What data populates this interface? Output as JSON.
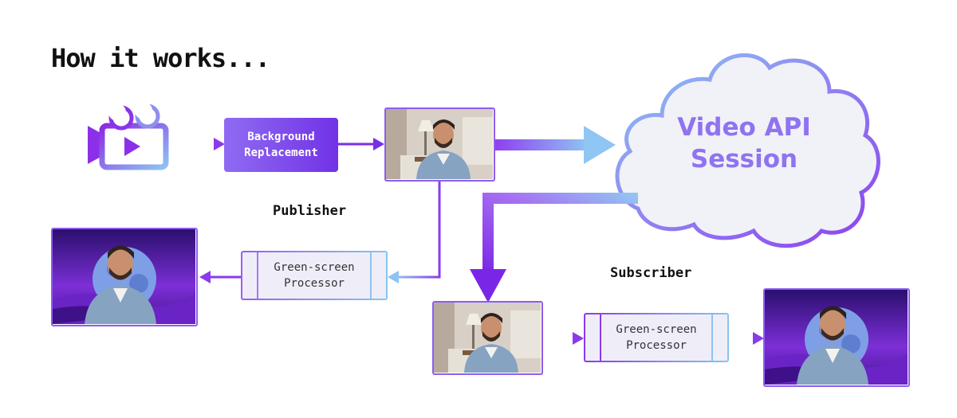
{
  "title": "How it works...",
  "labels": {
    "publisher": "Publisher",
    "subscriber": "Subscriber"
  },
  "background_replacement": {
    "line1": "Background",
    "line2": "Replacement"
  },
  "processor_publisher": {
    "line1": "Green-screen",
    "line2": "Processor"
  },
  "processor_subscriber": {
    "line1": "Green-screen",
    "line2": "Processor"
  },
  "cloud": {
    "line1": "Video API",
    "line2": "Session"
  },
  "icons": {
    "camera": "video-camera-icon"
  },
  "colors": {
    "purple": "#7232e6",
    "blue": "#88c6f0",
    "cloud_fill": "#f1f1f8",
    "cloud_text": "#8f73ef"
  }
}
